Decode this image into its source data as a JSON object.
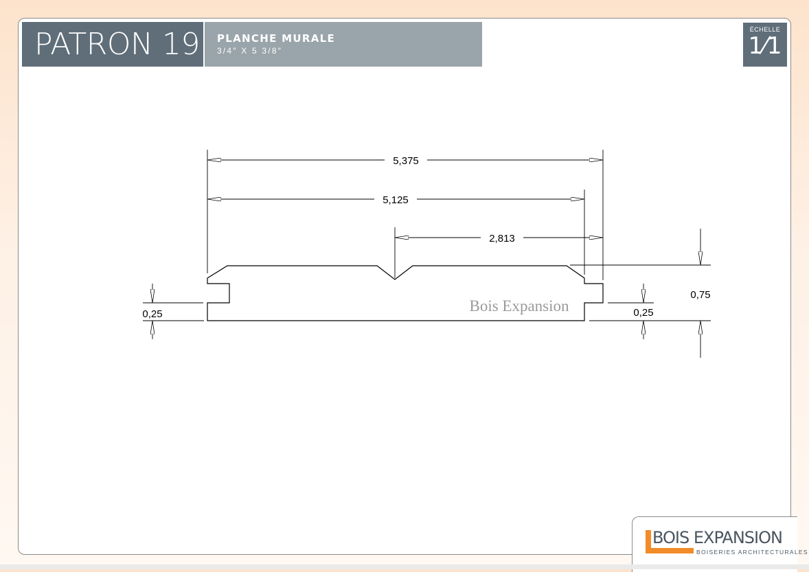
{
  "header": {
    "pattern_title": "PATRON 19",
    "product_name": "PLANCHE MURALE",
    "product_size": "3/4″ X 5 3/8″"
  },
  "scale": {
    "label": "ÉCHELLE",
    "value": "1⁄1"
  },
  "drawing": {
    "watermark": "Bois Expansion",
    "dimensions": {
      "overall_width": "5,375",
      "face_width": "5,125",
      "groove_offset": "2,813",
      "thickness": "0,75",
      "left_step": "0,25",
      "right_step": "0,25"
    }
  },
  "logo": {
    "name": "BOIS EXPANSION",
    "tagline": "BOISERIES ARCHITECTURALES"
  },
  "colors": {
    "header_dark": "#5f6e79",
    "header_light": "#9aa4ab",
    "brand_orange": "#f28c28"
  }
}
